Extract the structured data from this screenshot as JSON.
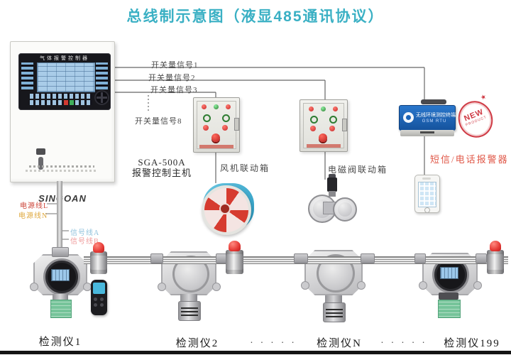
{
  "title": "总线制示意图（液显485通讯协议）",
  "panel": {
    "screen_title": "气体报警控制器",
    "brand": "SINGOAN",
    "model": "SGA-500A",
    "model_desc": "报警控制主机"
  },
  "signal_labels": {
    "s1": "开关量信号1",
    "s2": "开关量信号2",
    "s3": "开关量信号3",
    "s8": "开关量信号8"
  },
  "wire_labels": {
    "power_l": "电源线L",
    "power_n": "电源线N",
    "signal_a": "信号线A",
    "signal_b": "信号线B"
  },
  "linkage": {
    "fan_box_label": "风机联动箱",
    "valve_box_label": "电磁阀联动箱"
  },
  "gsm": {
    "device_line1": "无线环境测控终端",
    "device_line2": "GSM RTU",
    "badge_line1": "NEW",
    "badge_line2": "PRODUCT",
    "label": "短信/电话报警器"
  },
  "detectors": {
    "d1": "检测仪1",
    "d2": "检测仪2",
    "dn": "检测仪N",
    "d199": "检测仪199",
    "dots": "· · · · · ·"
  },
  "colors": {
    "title_teal": "#3ab0c4",
    "alert_red": "#e05848",
    "gsm_blue": "#1a63b8",
    "wire_l": "#cc4438",
    "wire_n": "#dfa83e",
    "wire_a": "#8fc2dc",
    "wire_b": "#ef9a9a"
  }
}
